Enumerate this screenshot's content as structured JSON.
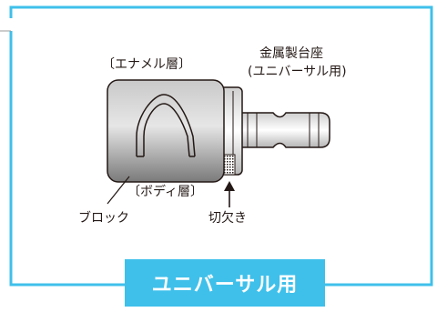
{
  "labels": {
    "enamel": "〔エナメル層〕",
    "metal_base_line1": "金属製台座",
    "metal_base_line2": "(ユニバーサル用)",
    "body_layer": "〔ボディ層〕",
    "block": "ブロック",
    "notch": "切欠き"
  },
  "badge": {
    "text": "ユニバーサル用"
  },
  "colors": {
    "frame": "#3fc0ea",
    "badge_bg": "#3fc0ea",
    "badge_text": "#ffffff",
    "line": "#231815"
  }
}
